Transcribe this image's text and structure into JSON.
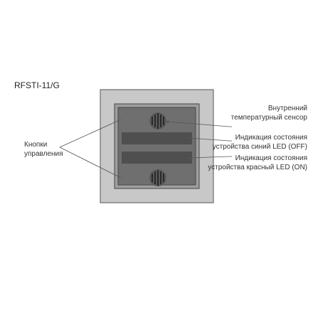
{
  "model": "RFSTI-11/G",
  "labels": {
    "sensor": [
      "Внутренний",
      "температурный сенсор"
    ],
    "blue_led": [
      "Индикация состояния",
      "устройства синий LED (OFF)"
    ],
    "red_led": [
      "Индикация состояния",
      "устройства красный LED (ON)"
    ],
    "buttons": [
      "Кнопки",
      "управления"
    ]
  },
  "colors": {
    "frame_outer": "#c8c8c8",
    "frame_stroke": "#555555",
    "inner_frame": "#9e9e9e",
    "panel": "#6f6f6f",
    "led_strip": "#4f4f4f",
    "leader_line": "#555555"
  }
}
